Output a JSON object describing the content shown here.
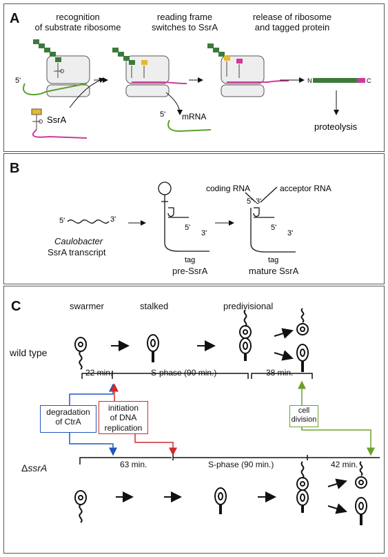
{
  "panel_a": {
    "letter": "A",
    "step1": "recognition\nof substrate ribosome",
    "step2": "reading frame\nswitches to SsrA",
    "step3": "release of ribosome\nand tagged protein",
    "five_prime_1": "5'",
    "ssra": "SsrA",
    "five_prime_2": "5'",
    "mrna": "mRNA",
    "n_term": "N",
    "c_term": "C",
    "proteolysis": "proteolysis"
  },
  "panel_b": {
    "letter": "B",
    "five_prime": "5'",
    "three_prime": "3'",
    "species": "Caulobacter",
    "transcript": "SsrA transcript",
    "pre_five": "5'",
    "pre_three": "3'",
    "pre_tag": "tag",
    "pre_label": "pre-SsrA",
    "coding_rna": "coding RNA",
    "acceptor_rna": "acceptor RNA",
    "mat_five_top": "5'",
    "mat_three_top": "3'",
    "mat_five": "5'",
    "mat_three": "3'",
    "mat_tag": "tag",
    "mature_label": "mature SsrA"
  },
  "panel_c": {
    "letter": "C",
    "swarmer": "swarmer",
    "stalked": "stalked",
    "predivisional": "predivisional",
    "wild_type": "wild type",
    "wt_t1": "22 min.",
    "wt_t2": "S-phase (90 min.)",
    "wt_t3": "38 min.",
    "degradation": "degradation\nof CtrA",
    "initiation": "initiation\nof DNA\nreplication",
    "cell_division": "cell\ndivision",
    "delta": "Δ",
    "mutant": "ssrA",
    "mut_t1": "63 min.",
    "mut_t2": "S-phase (90 min.)",
    "mut_t3": "42 min."
  },
  "colors": {
    "blue": "#2255bb",
    "red": "#d02a2a",
    "green": "#6aa02a",
    "mrna_green": "#5aa02a",
    "ssra_magenta": "#d0389a",
    "trna_yellow": "#e8b830",
    "peptide_green": "#3c7a3c"
  }
}
